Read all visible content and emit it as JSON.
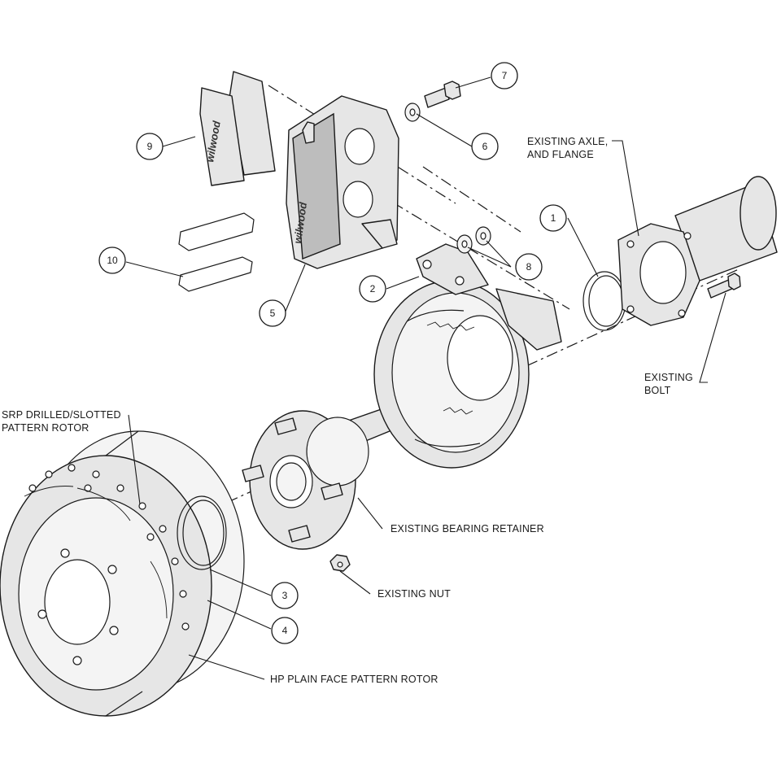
{
  "diagram": {
    "balloons": [
      {
        "id": "b1",
        "label": "1"
      },
      {
        "id": "b2",
        "label": "2"
      },
      {
        "id": "b3",
        "label": "3"
      },
      {
        "id": "b4",
        "label": "4"
      },
      {
        "id": "b5",
        "label": "5"
      },
      {
        "id": "b6",
        "label": "6"
      },
      {
        "id": "b7",
        "label": "7"
      },
      {
        "id": "b8",
        "label": "8"
      },
      {
        "id": "b9",
        "label": "9"
      },
      {
        "id": "b10",
        "label": "10"
      }
    ],
    "callouts": {
      "axle_line1": "EXISTING AXLE,",
      "axle_line2": "AND FLANGE",
      "bolt_line1": "EXISTING",
      "bolt_line2": "BOLT",
      "srp_line1": "SRP DRILLED/SLOTTED",
      "srp_line2": "PATTERN ROTOR",
      "bearing_retainer": "EXISTING BEARING RETAINER",
      "nut": "EXISTING NUT",
      "hp_rotor": "HP PLAIN FACE PATTERN ROTOR"
    },
    "brand": {
      "pad_logo": "wilwood",
      "caliper_logo": "wilwood"
    }
  }
}
